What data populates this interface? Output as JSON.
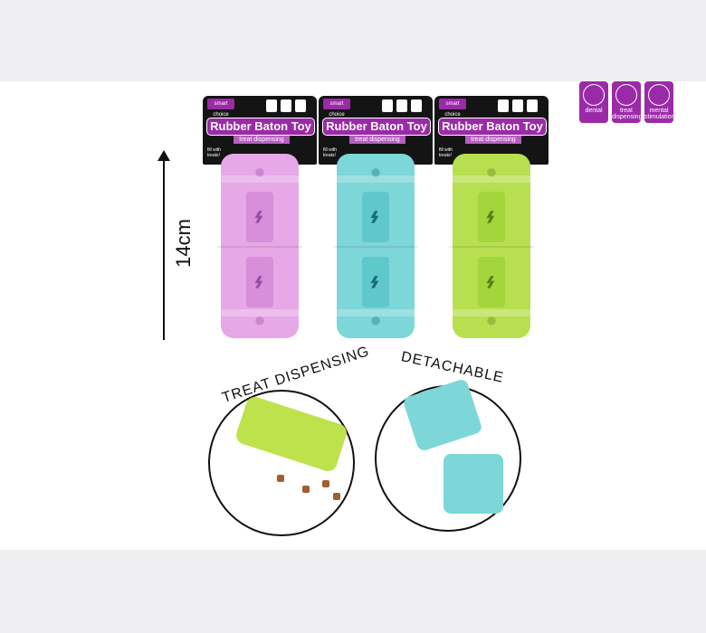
{
  "products": [
    {
      "brand": "smart choice",
      "title": "Rubber Baton Toy",
      "subtitle": "treat dispensing",
      "fill_text": "fill with treats!",
      "color": "#e6a8e7",
      "cutout": "#9c4aa8"
    },
    {
      "brand": "smart choice",
      "title": "Rubber Baton Toy",
      "subtitle": "treat dispensing",
      "fill_text": "fill with treats!",
      "color": "#7dd6d8",
      "cutout": "#166d73"
    },
    {
      "brand": "smart choice",
      "title": "Rubber Baton Toy",
      "subtitle": "treat dispensing",
      "fill_text": "fill with treats!",
      "color": "#b8df4f",
      "cutout": "#5b7f18"
    }
  ],
  "dimension": "14cm",
  "features": [
    {
      "icon": "tooth-icon",
      "label": "dental"
    },
    {
      "icon": "treat-dispensing-icon",
      "label": "treat dispensing"
    },
    {
      "icon": "brain-icon",
      "label": "mental stimulation"
    }
  ],
  "callouts": [
    {
      "label": "TREAT DISPENSING",
      "toy_color": "#bde24b"
    },
    {
      "label": "DETACHABLE",
      "toy_color": "#7dd6d8"
    }
  ],
  "colors": {
    "accent": "#9b2aa8",
    "background": "#efeff2",
    "panel": "#ffffff"
  }
}
